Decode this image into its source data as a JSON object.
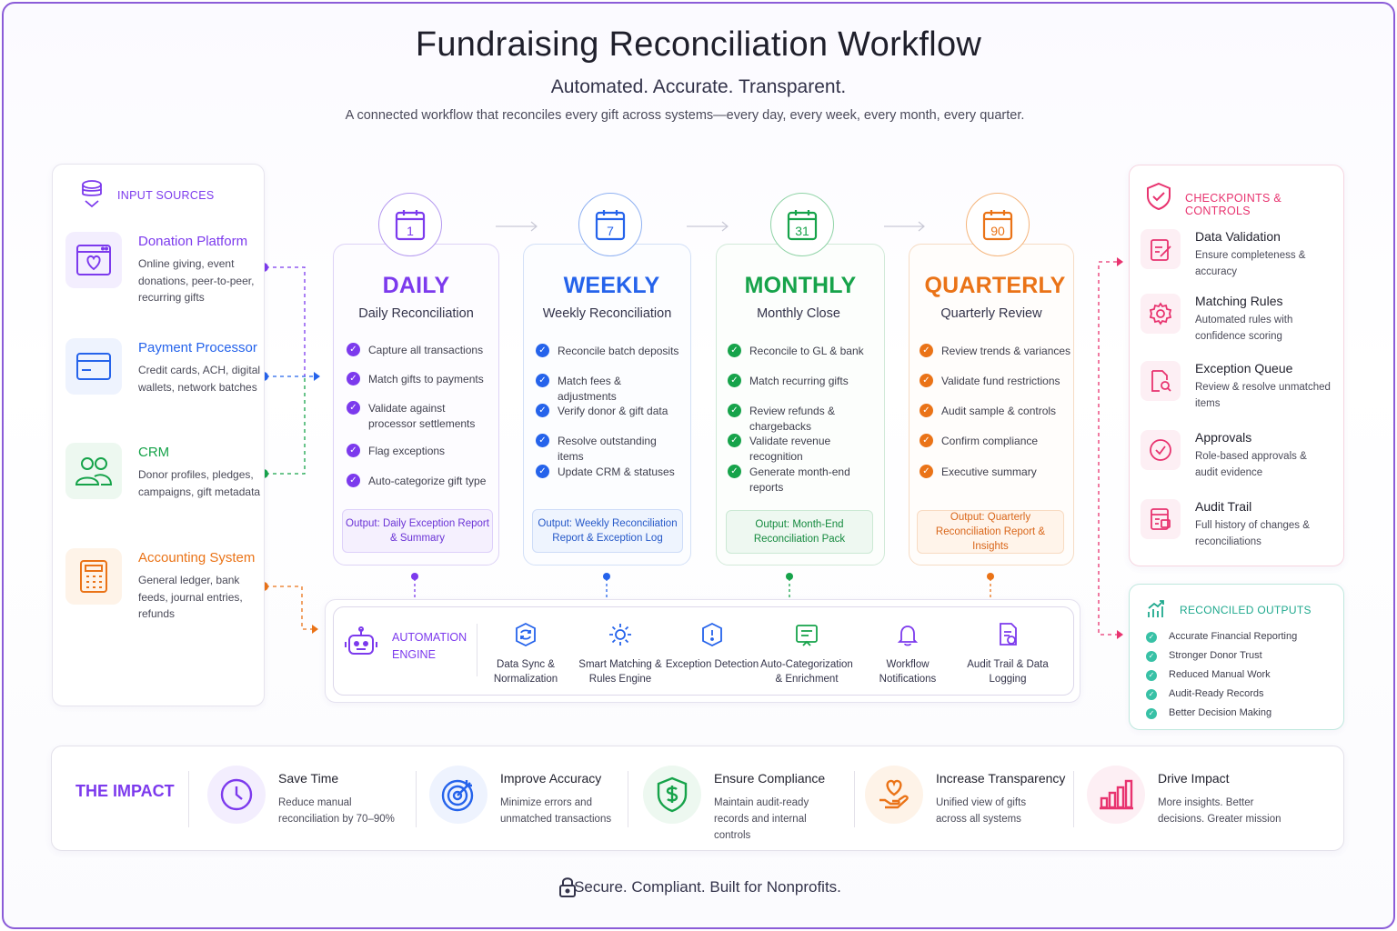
{
  "header": {
    "title": "Fundraising Reconciliation Workflow",
    "subtitle": "Automated. Accurate. Transparent.",
    "lead": "A connected workflow that reconciles every gift across systems—every day, every week, every month, every quarter."
  },
  "inputs": {
    "heading": "INPUT SOURCES",
    "items": [
      {
        "title": "Donation Platform",
        "desc": "Online giving, event donations, peer-to-peer, recurring gifts",
        "icon": "heart-window-icon",
        "color": "#7c3aed"
      },
      {
        "title": "Payment Processor",
        "desc": "Credit cards, ACH, digital wallets, network batches",
        "icon": "credit-card-icon",
        "color": "#2563eb"
      },
      {
        "title": "CRM",
        "desc": "Donor profiles, pledges, campaigns, gift metadata",
        "icon": "users-icon",
        "color": "#16a34a"
      },
      {
        "title": "Accounting System",
        "desc": "General ledger, bank feeds, journal entries, refunds",
        "icon": "calculator-icon",
        "color": "#ea7317"
      }
    ]
  },
  "phases": [
    {
      "name": "DAILY",
      "badge": "1",
      "subtitle": "Daily Reconciliation",
      "color": "#7c3aed",
      "tasks": [
        "Capture all transactions",
        "Match gifts to payments",
        "Validate against processor settlements",
        "Flag exceptions",
        "Auto-categorize gift type"
      ],
      "output": "Output: Daily Exception Report & Summary"
    },
    {
      "name": "WEEKLY",
      "badge": "7",
      "subtitle": "Weekly Reconciliation",
      "color": "#2563eb",
      "tasks": [
        "Reconcile batch deposits",
        "Match fees & adjustments",
        "Verify donor & gift data",
        "Resolve outstanding items",
        "Update CRM & statuses"
      ],
      "output": "Output: Weekly Reconciliation Report & Exception Log"
    },
    {
      "name": "MONTHLY",
      "badge": "31",
      "subtitle": "Monthly Close",
      "color": "#16a34a",
      "tasks": [
        "Reconcile to GL & bank",
        "Match recurring gifts",
        "Review refunds & chargebacks",
        "Validate revenue recognition",
        "Generate month-end reports"
      ],
      "output": "Output: Month-End Reconciliation Pack"
    },
    {
      "name": "QUARTERLY",
      "badge": "90",
      "subtitle": "Quarterly Review",
      "color": "#ea7317",
      "tasks": [
        "Review trends & variances",
        "Validate fund restrictions",
        "Audit sample & controls",
        "Confirm compliance",
        "Executive summary"
      ],
      "output": "Output: Quarterly Reconciliation Report & Insights"
    }
  ],
  "engine": {
    "heading": "AUTOMATION ENGINE",
    "items": [
      {
        "label": "Data Sync & Normalization",
        "icon": "sync-icon"
      },
      {
        "label": "Smart Matching & Rules Engine",
        "icon": "matching-gear-icon"
      },
      {
        "label": "Exception Detection",
        "icon": "alert-shield-icon"
      },
      {
        "label": "Auto-Categorization & Enrichment",
        "icon": "categorize-icon"
      },
      {
        "label": "Workflow Notifications",
        "icon": "bell-icon"
      },
      {
        "label": "Audit Trail & Data Logging",
        "icon": "log-document-icon"
      }
    ]
  },
  "checkpoints": {
    "heading": "CHECKPOINTS & CONTROLS",
    "items": [
      {
        "title": "Data Validation",
        "desc": "Ensure completeness & accuracy",
        "icon": "clipboard-check-icon"
      },
      {
        "title": "Matching Rules",
        "desc": "Automated rules with confidence scoring",
        "icon": "gear-icon"
      },
      {
        "title": "Exception Queue",
        "desc": "Review & resolve unmatched items",
        "icon": "document-search-icon"
      },
      {
        "title": "Approvals",
        "desc": "Role-based approvals & audit evidence",
        "icon": "check-circle-icon"
      },
      {
        "title": "Audit Trail",
        "desc": "Full history of changes & reconciliations",
        "icon": "audit-log-icon"
      }
    ]
  },
  "outputs": {
    "heading": "RECONCILED OUTPUTS",
    "items": [
      "Accurate Financial Reporting",
      "Stronger Donor Trust",
      "Reduced Manual Work",
      "Audit-Ready Records",
      "Better Decision Making"
    ]
  },
  "impact": {
    "heading": "THE IMPACT",
    "items": [
      {
        "title": "Save Time",
        "desc": "Reduce manual reconciliation by 70–90%",
        "icon": "clock-icon"
      },
      {
        "title": "Improve Accuracy",
        "desc": "Minimize errors and unmatched transactions",
        "icon": "target-icon"
      },
      {
        "title": "Ensure Compliance",
        "desc": "Maintain audit-ready records and internal controls",
        "icon": "dollar-shield-icon"
      },
      {
        "title": "Increase Transparency",
        "desc": "Unified view of gifts across all systems",
        "icon": "heart-hand-icon"
      },
      {
        "title": "Drive Impact",
        "desc": "More insights. Better decisions. Greater mission",
        "icon": "bar-chart-icon"
      }
    ]
  },
  "footer": {
    "text": "Secure. Compliant. Built for Nonprofits.",
    "icon": "lock-icon"
  },
  "colors": {
    "accent": "#7c3aed",
    "checkpoint": "#e8336f",
    "outputs": "#1fa98e"
  }
}
